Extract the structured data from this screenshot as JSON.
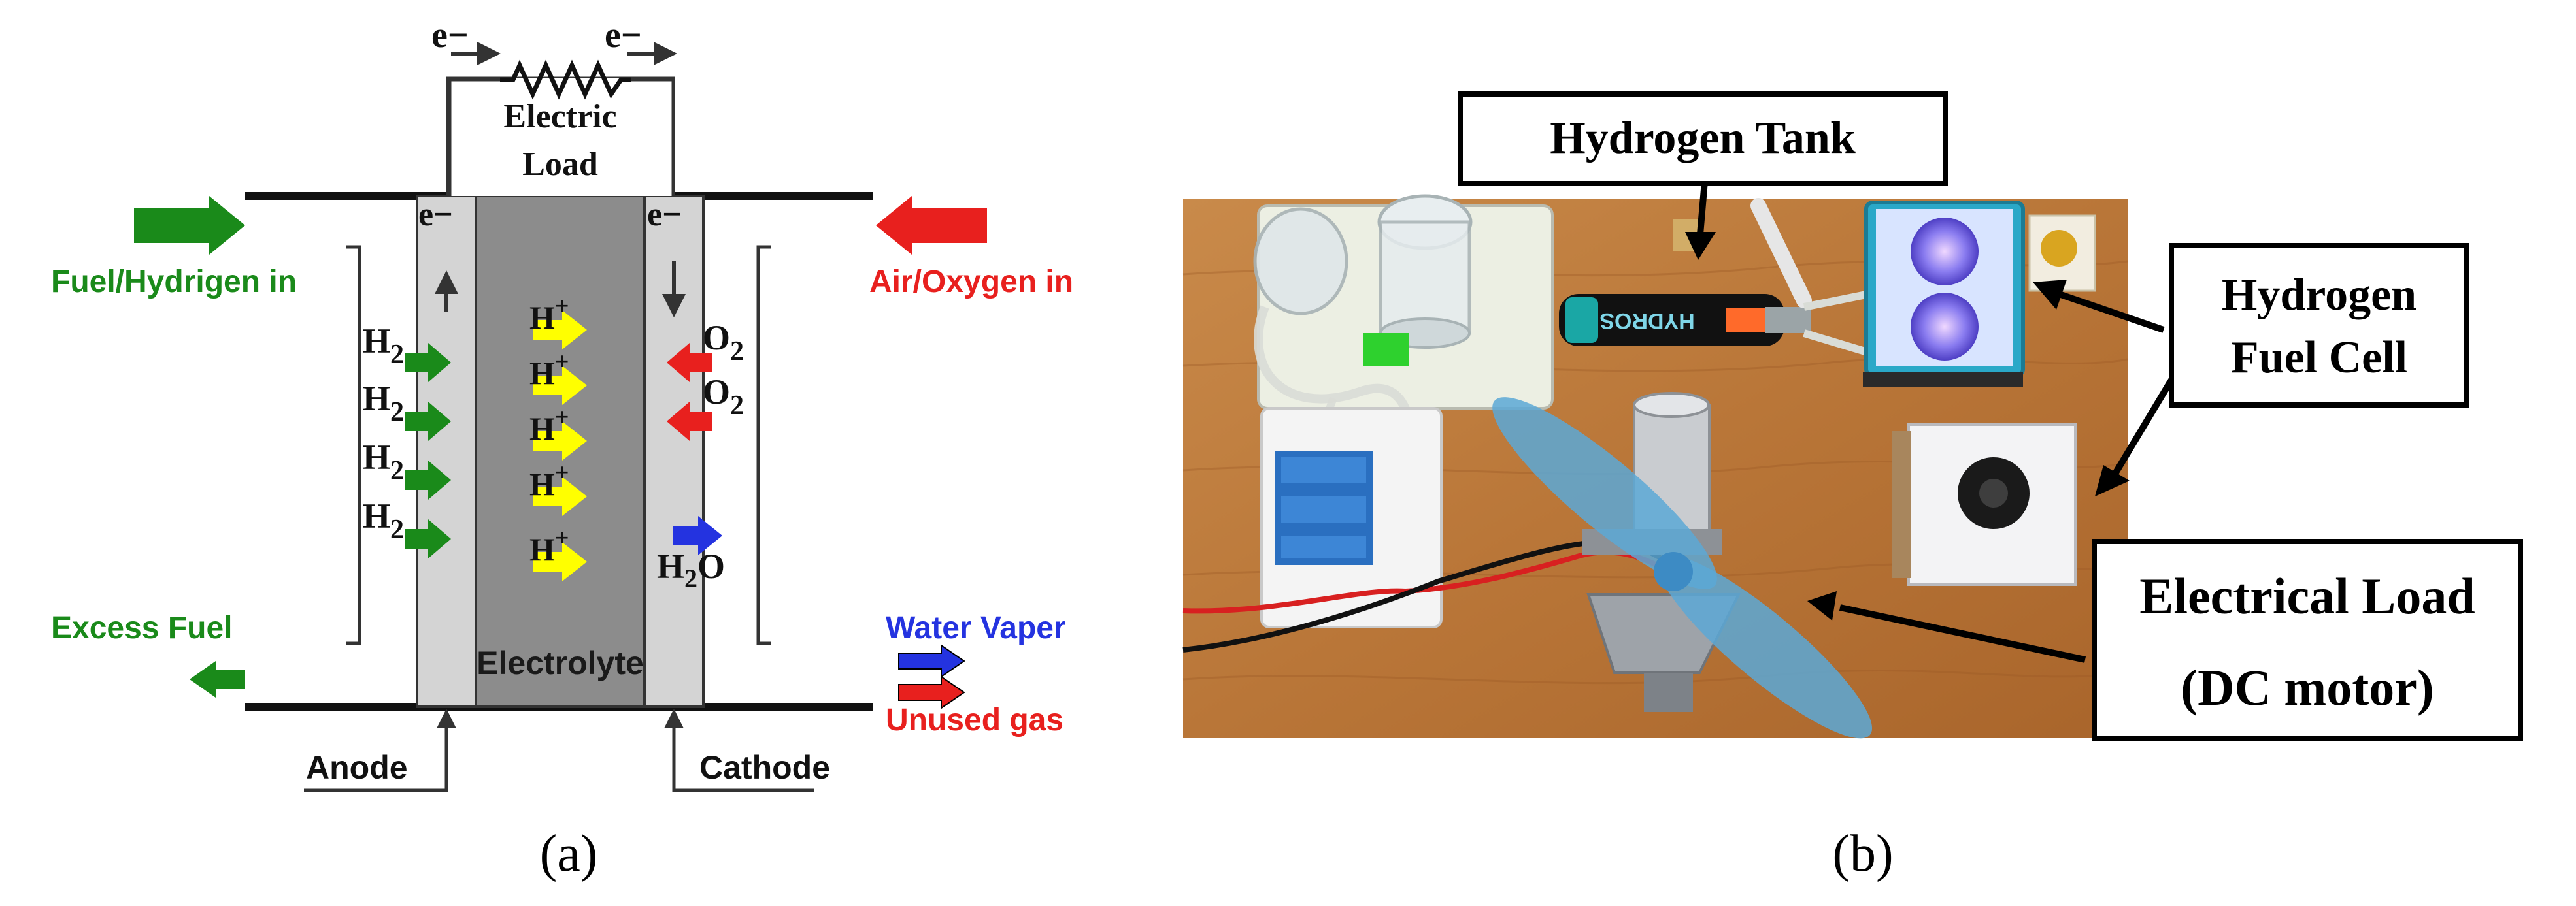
{
  "panel_a": {
    "caption": "(a)",
    "electron_left": "e−",
    "electron_right": "e−",
    "load_line1": "Electric",
    "load_line2": "Load",
    "anode_electron": "e−",
    "cathode_electron": "e−",
    "fuel_in": "Fuel/Hydrigen in",
    "air_in": "Air/Oxygen in",
    "h2_labels": [
      "H",
      "H",
      "H",
      "H"
    ],
    "h2_sub": "2",
    "h_plus_labels": [
      "H",
      "H",
      "H",
      "H",
      "H"
    ],
    "h_plus_sup": "+",
    "o2_labels": [
      "O",
      "O"
    ],
    "o2_sub": "2",
    "water": "H",
    "water_sub": "2",
    "water_tail": "O",
    "excess_fuel": "Excess Fuel",
    "water_vaper": "Water Vaper",
    "unused_gas": "Unused gas",
    "electrolyte": "Electrolyte",
    "anode": "Anode",
    "cathode": "Cathode",
    "colors": {
      "green": "#1a8a1a",
      "red": "#e8201e",
      "blue": "#2433e0",
      "yellow": "#ffff00",
      "electrode": "#d4d4d4",
      "electrolyte": "#8c8c8c"
    }
  },
  "panel_b": {
    "caption": "(b)",
    "hydrogen_tank": "Hydrogen Tank",
    "fuel_cell_line1": "Hydrogen",
    "fuel_cell_line2": "Fuel Cell",
    "load_line1": "Electrical Load",
    "load_line2": "(DC motor)",
    "tank_brand": "HYDROS"
  }
}
